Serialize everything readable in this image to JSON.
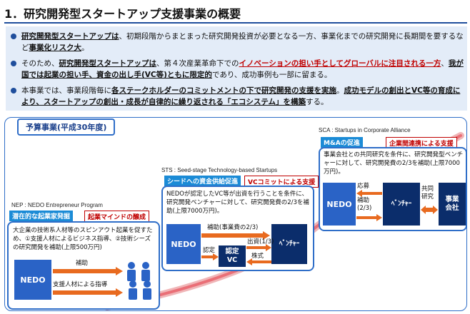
{
  "title": "1．研究開発型スタートアップ支援事業の概要",
  "intro": {
    "b1": {
      "p1": "研究開発型スタートアップは",
      "p2": "、初期段階からまとまった研究開発投資が必要となる一方、事業化までの研究開発に長期間を要するなど",
      "p3": "事業化リスク大",
      "p4": "。"
    },
    "b2": {
      "p1": "そのため、",
      "p2": "研究開発型スタートアップは",
      "p3": "、第４次産業革命下での",
      "p4": "イノベーションの担い手としてグローバルに注目される一方",
      "p5": "、",
      "p6": "我が国では起業の担い手、資金の出し手(VC等)ともに限定的",
      "p7": "であり、成功事例も一部に留まる。"
    },
    "b3": {
      "p1": "本事業では、事業段階毎に",
      "p2": "各ステークホルダーのコミットメントの下で研究開発の支援を実施",
      "p3": "。",
      "p4": "成功モデルの創出とVC等の育成により、スタートアップの創出・成長が自律的に繰り返される「エコシステム」を構築",
      "p5": "する。"
    }
  },
  "budget_label": "予算事業(平成30年度)",
  "nep": {
    "caption": "NEP : NEDO Entrepreneur Program",
    "tag": "潜在的な起業家発掘",
    "tag_red": "起業マインドの醸成",
    "desc": "大企業の技術系人材等のスピンアウト起業を促すため、①支援人材によるビジネス指導、②技術シーズの研究開発を補助(上限500万円)",
    "nedo": "NEDO",
    "arrow1": "補助",
    "arrow2": "支援人材による指導"
  },
  "sts": {
    "caption": "STS : Seed-stage Technology-based Startups",
    "tag": "シードへの資金供給促進",
    "tag_red": "VCコミットによる支援",
    "desc": "NEDOが認定したVC等が出資を行うことを条件に、研究開発ベンチャーに対して、研究開発費の2/3を補助(上限7000万円)。",
    "nedo": "NEDO",
    "vc": "認定\nVC",
    "venture": "ﾍﾞﾝﾁｬｰ",
    "l_subsidy": "補助(事業費の2/3)",
    "l_cert": "認定",
    "l_invest": "出資(1/3)",
    "l_stock": "株式"
  },
  "sca": {
    "caption": "SCA : Startups in Corporate Alliance",
    "tag": "M&Aの促進",
    "tag_red": "企業間連携による支援",
    "desc": "事業会社との共同研究を条件に、研究開発型ベンチャーに対して、研究開発費の2/3を補助(上限7000万円)。",
    "nedo": "NEDO",
    "venture": "ﾍﾞﾝﾁｬｰ",
    "company": "事業\n会社",
    "l_apply": "応募",
    "l_subsidy": "補助\n(2/3)",
    "l_joint": "共同\n研究"
  },
  "colors": {
    "accent": "#1f4e9c",
    "tag": "#1b8bd6",
    "red": "#c00000",
    "navy": "#0b2d6b",
    "arrow": "#e86a1f"
  }
}
